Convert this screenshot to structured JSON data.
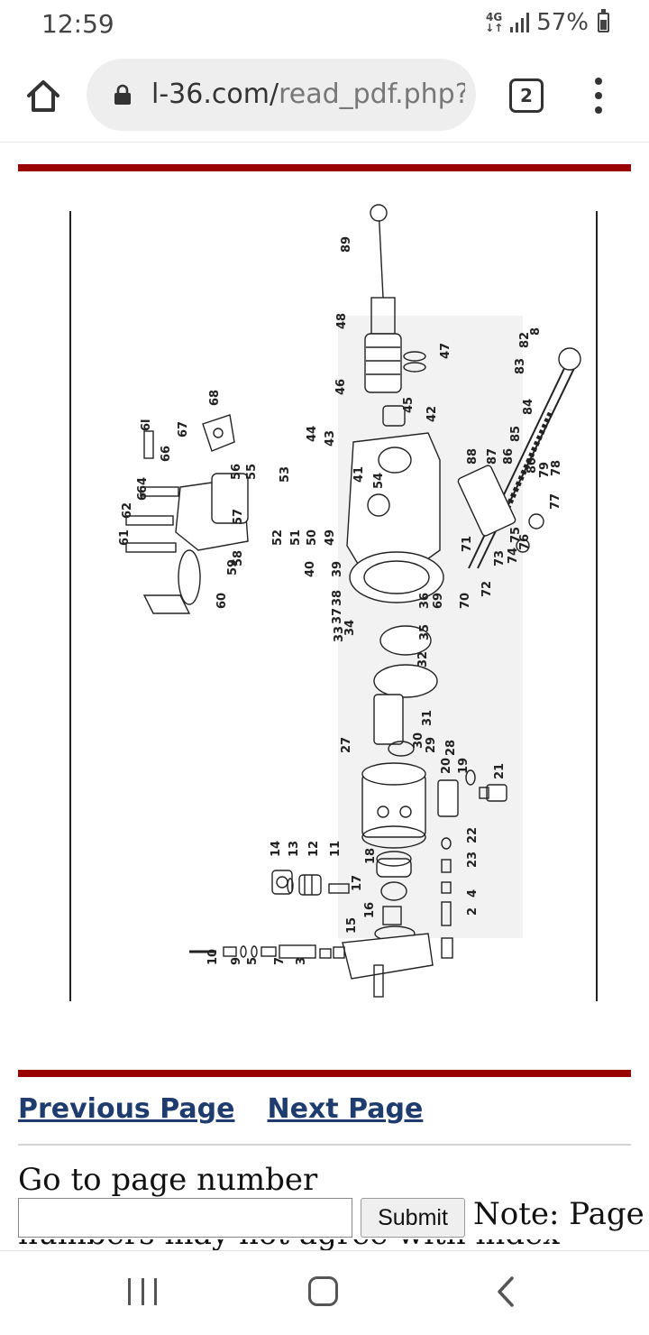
{
  "status_bar": {
    "time": "12:59",
    "network": "4G",
    "battery": "57%"
  },
  "browser": {
    "url_main": "l-36.com/",
    "url_path": "read_pdf.php?",
    "tab_count": "2"
  },
  "diagram": {
    "callouts": [
      "89",
      "48",
      "47",
      "46",
      "45",
      "42",
      "8",
      "82",
      "83",
      "84",
      "85",
      "86",
      "87",
      "88",
      "80",
      "79",
      "78",
      "77",
      "76",
      "75",
      "74",
      "73",
      "72",
      "71",
      "70",
      "69",
      "68",
      "67",
      "66",
      "6l",
      "64",
      "6",
      "62",
      "61",
      "56",
      "55",
      "57",
      "58",
      "59",
      "60",
      "44",
      "43",
      "53",
      "40",
      "41",
      "54",
      "52",
      "51",
      "50",
      "49",
      "39",
      "38",
      "37",
      "36",
      "33",
      "34",
      "35",
      "32",
      "27",
      "31",
      "30",
      "29",
      "28",
      "20",
      "19",
      "21",
      "18",
      "22",
      "23",
      "14",
      "13",
      "12",
      "11",
      "17",
      "16",
      "15",
      "4",
      "2",
      "10",
      "9",
      "7",
      "5",
      "3"
    ]
  },
  "page": {
    "previous_page": "Previous Page",
    "next_page": "Next Page",
    "goto_label": "Go to page number",
    "input_value": "",
    "submit_label": "Submit",
    "note_text": "Note: Page",
    "note_continued": "numbers may not agree with index"
  },
  "colors": {
    "rule": "#990000",
    "link": "#1f3c6e"
  }
}
